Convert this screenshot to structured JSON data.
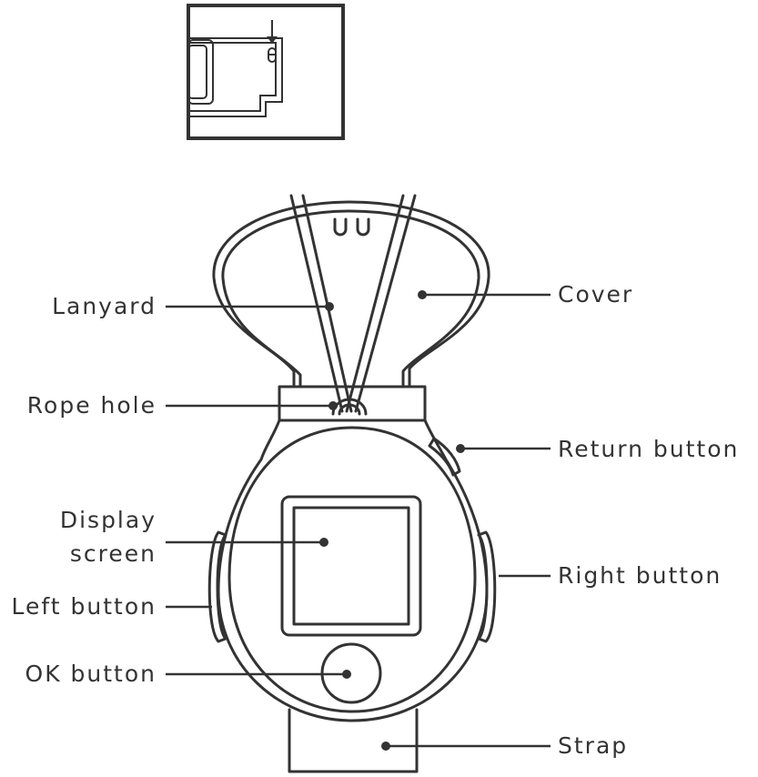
{
  "labels": {
    "lanyard": "Lanyard",
    "cover": "Cover",
    "rope_hole": "Rope hole",
    "return_button": "Return button",
    "display_screen_line1": "Display",
    "display_screen_line2": "screen",
    "right_button": "Right button",
    "left_button": "Left button",
    "ok_button": "OK button",
    "strap": "Strap"
  },
  "colors": {
    "line": "#333333",
    "background": "#ffffff"
  }
}
